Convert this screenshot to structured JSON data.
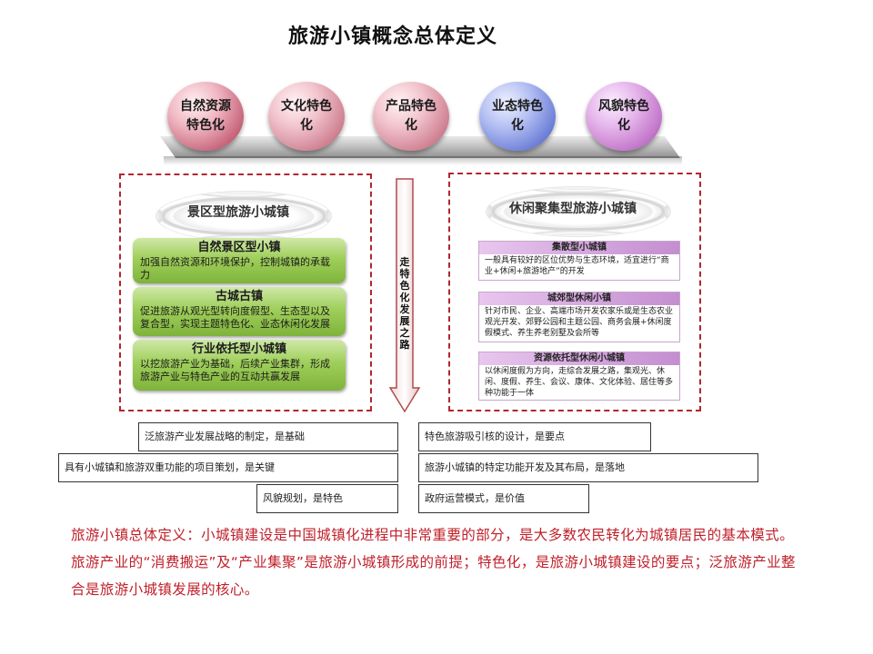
{
  "title": "旅游小镇概念总体定义",
  "balls": [
    {
      "label": "自然资源特色化",
      "color": "#c7657b"
    },
    {
      "label": "文化特色化",
      "color": "#cf8191"
    },
    {
      "label": "产品特色化",
      "color": "#cf8191"
    },
    {
      "label": "业态特色化",
      "color": "#6d7fd8"
    },
    {
      "label": "风貌特色化",
      "color": "#c174c9"
    }
  ],
  "left_panel": {
    "heading": "景区型旅游小城镇",
    "items": [
      {
        "title": "自然景区型小镇",
        "body": "加强自然资源和环境保护，控制城镇的承载力"
      },
      {
        "title": "古城古镇",
        "body": "促进旅游从观光型转向度假型、生态型以及复合型，实现主题特色化、业态休闲化发展"
      },
      {
        "title": "行业依托型小城镇",
        "body": "以挖旅游产业为基础，后续产业集群，形成旅游产业与特色产业的互动共赢发展"
      }
    ]
  },
  "arrow_text": "走特色化发展之路",
  "right_panel": {
    "heading": "休闲聚集型旅游小城镇",
    "items": [
      {
        "title": "集散型小城镇",
        "body": "一般具有较好的区位优势与生态环境，适宜进行“商业+休闲+旅游地产”的开发"
      },
      {
        "title": "城郊型休闲小镇",
        "body": "针对市民、企业、高端市场开发农家乐或是生态农业观光开发、郊野公园和主题公园、商务会展+休闲度假模式、养生养老别墅及会所等"
      },
      {
        "title": "资源依托型休闲小城镇",
        "body": "以休闲度假为方向，走综合发展之路，集观光、休闲、度假、养生、会议、康体、文化体验、居住等多种功能于一体"
      }
    ]
  },
  "text_boxes": {
    "b1": "泛旅游产业发展战略的制定，是基础",
    "b2": "特色旅游吸引核的设计，是要点",
    "b3": "具有小城镇和旅游双重功能的项目策划，是关键",
    "b4": "旅游小城镇的特定功能开发及其布局，是落地",
    "b5": "风貌规划，是特色",
    "b6": "政府运营模式，是价值"
  },
  "summary": "旅游小镇总体定义：小城镇建设是中国城镇化进程中非常重要的部分，是大多数农民转化为城镇居民的基本模式。旅游产业的“消费搬运”及“产业集聚”是旅游小城镇形成的前提；特色化，是旅游小城镇建设的要点；泛旅游产业整合是旅游小城镇发展的核心。",
  "colors": {
    "summary_text": "#c0202a",
    "panel_border": "#b0272f",
    "green_box": "#9fcf5a",
    "purple_header": "#c48ed0"
  }
}
